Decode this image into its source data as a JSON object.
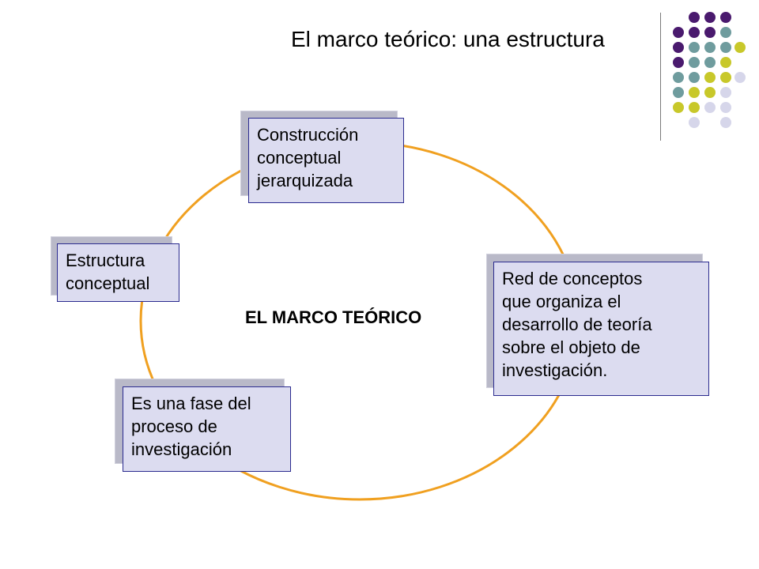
{
  "title": "El marco teórico: una estructura",
  "center_label": "EL MARCO TEÓRICO",
  "nodes": {
    "top": [
      "Construcción",
      "conceptual",
      "jerarquizada"
    ],
    "left": [
      "Estructura",
      "conceptual"
    ],
    "right": [
      "Red de conceptos",
      "que organiza el",
      "desarrollo de teoría",
      "sobre el objeto de",
      "investigación."
    ],
    "bottom": [
      "Es una fase del",
      "proceso de",
      "investigación"
    ]
  },
  "colors": {
    "cycle_stroke": "#f0a020",
    "box_fill": "#dcdcf0",
    "box_border": "#2b2b8f",
    "dot_purple": "#4a1a6e",
    "dot_teal": "#6f9c9e",
    "dot_yellow": "#c8c82a",
    "dot_lavender": "#d6d6ea"
  },
  "decor": {
    "icon": "dot-grid-decoration"
  }
}
